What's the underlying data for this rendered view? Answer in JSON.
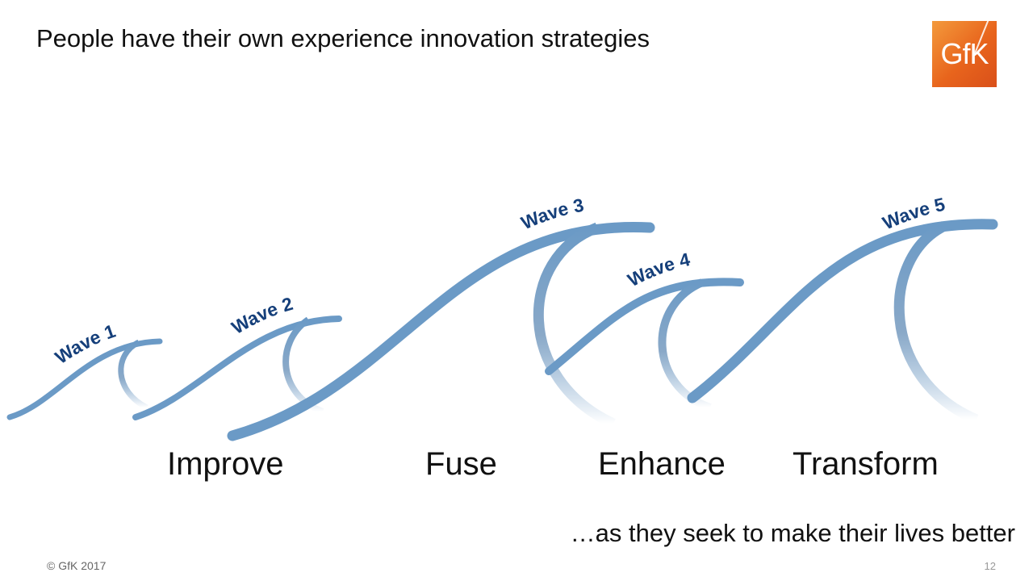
{
  "slide": {
    "title": "People have their own experience innovation strategies",
    "tagline": "…as they seek to make their lives better",
    "copyright": "© GfK 2017",
    "page_number": "12"
  },
  "logo": {
    "text": "GfK",
    "color": "#e8641c"
  },
  "waves": [
    {
      "label": "Wave 1"
    },
    {
      "label": "Wave 2"
    },
    {
      "label": "Wave 3"
    },
    {
      "label": "Wave 4"
    },
    {
      "label": "Wave 5"
    }
  ],
  "stages": [
    {
      "label": "Improve"
    },
    {
      "label": "Fuse"
    },
    {
      "label": "Enhance"
    },
    {
      "label": "Transform"
    }
  ],
  "colors": {
    "wave": "#6b9ac6",
    "wave_label": "#153f7a"
  }
}
